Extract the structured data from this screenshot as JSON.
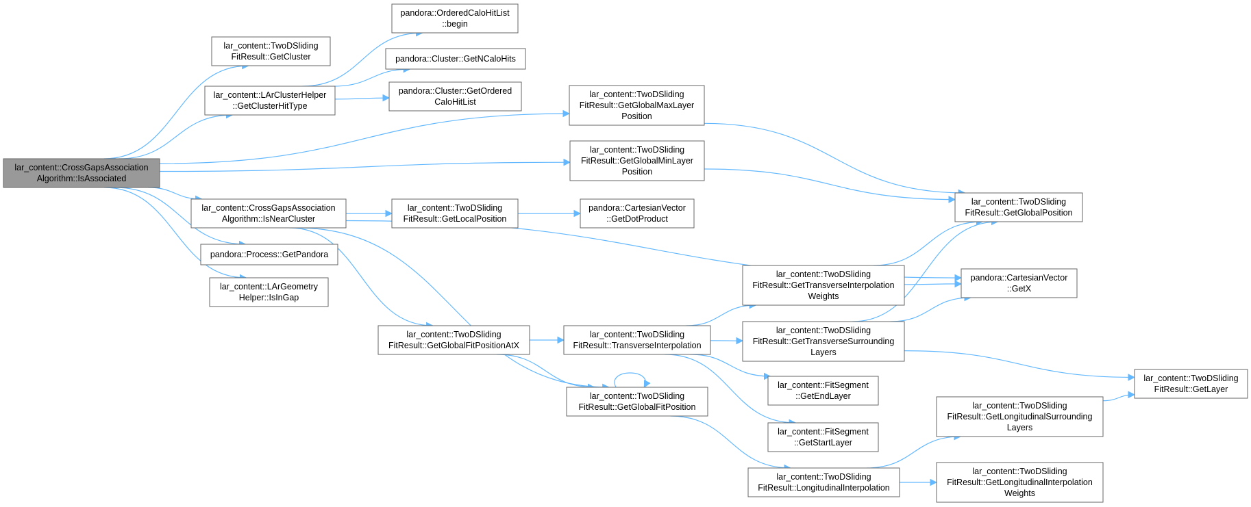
{
  "colors": {
    "edge": "#63b8ff",
    "node_border": "#666666",
    "root_fill": "#999999",
    "node_fill": "#ffffff"
  },
  "nodes": [
    {
      "id": "n0",
      "lines": [
        "lar_content::CrossGapsAssociation",
        "Algorithm::IsAssociated"
      ],
      "root": true
    },
    {
      "id": "n1",
      "lines": [
        "lar_content::TwoDSliding",
        "FitResult::GetCluster"
      ]
    },
    {
      "id": "n2",
      "lines": [
        "lar_content::LArClusterHelper",
        "::GetClusterHitType"
      ]
    },
    {
      "id": "n3",
      "lines": [
        "pandora::OrderedCaloHitList",
        "::begin"
      ]
    },
    {
      "id": "n4",
      "lines": [
        "pandora::Cluster::GetNCaloHits"
      ]
    },
    {
      "id": "n5",
      "lines": [
        "pandora::Cluster::GetOrdered",
        "CaloHitList"
      ]
    },
    {
      "id": "n6",
      "lines": [
        "lar_content::TwoDSliding",
        "FitResult::GetGlobalMaxLayer",
        "Position"
      ]
    },
    {
      "id": "n7",
      "lines": [
        "lar_content::TwoDSliding",
        "FitResult::GetGlobalMinLayer",
        "Position"
      ]
    },
    {
      "id": "n8",
      "lines": [
        "lar_content::CrossGapsAssociation",
        "Algorithm::IsNearCluster"
      ]
    },
    {
      "id": "n9",
      "lines": [
        "lar_content::TwoDSliding",
        "FitResult::GetLocalPosition"
      ]
    },
    {
      "id": "n10",
      "lines": [
        "pandora::CartesianVector",
        "::GetDotProduct"
      ]
    },
    {
      "id": "n11",
      "lines": [
        "lar_content::TwoDSliding",
        "FitResult::GetGlobalPosition"
      ]
    },
    {
      "id": "n12",
      "lines": [
        "pandora::Process::GetPandora"
      ]
    },
    {
      "id": "n13",
      "lines": [
        "lar_content::LArGeometry",
        "Helper::IsInGap"
      ]
    },
    {
      "id": "n14",
      "lines": [
        "lar_content::TwoDSliding",
        "FitResult::GetTransverseInterpolation",
        "Weights"
      ]
    },
    {
      "id": "n15",
      "lines": [
        "pandora::CartesianVector",
        "::GetX"
      ]
    },
    {
      "id": "n16",
      "lines": [
        "lar_content::TwoDSliding",
        "FitResult::GetGlobalFitPositionAtX"
      ]
    },
    {
      "id": "n17",
      "lines": [
        "lar_content::TwoDSliding",
        "FitResult::TransverseInterpolation"
      ]
    },
    {
      "id": "n18",
      "lines": [
        "lar_content::TwoDSliding",
        "FitResult::GetTransverseSurrounding",
        "Layers"
      ]
    },
    {
      "id": "n19",
      "lines": [
        "lar_content::TwoDSliding",
        "FitResult::GetLayer"
      ]
    },
    {
      "id": "n20",
      "lines": [
        "lar_content::FitSegment",
        "::GetEndLayer"
      ]
    },
    {
      "id": "n21",
      "lines": [
        "lar_content::TwoDSliding",
        "FitResult::GetGlobalFitPosition"
      ]
    },
    {
      "id": "n22",
      "lines": [
        "lar_content::FitSegment",
        "::GetStartLayer"
      ]
    },
    {
      "id": "n23",
      "lines": [
        "lar_content::TwoDSliding",
        "FitResult::GetLongitudinalSurrounding",
        "Layers"
      ]
    },
    {
      "id": "n24",
      "lines": [
        "lar_content::TwoDSliding",
        "FitResult::LongitudinalInterpolation"
      ]
    },
    {
      "id": "n25",
      "lines": [
        "lar_content::TwoDSliding",
        "FitResult::GetLongitudinalInterpolation",
        "Weights"
      ]
    }
  ],
  "edges": [
    [
      "n0",
      "n1"
    ],
    [
      "n0",
      "n2"
    ],
    [
      "n0",
      "n6"
    ],
    [
      "n0",
      "n7"
    ],
    [
      "n0",
      "n8"
    ],
    [
      "n0",
      "n12"
    ],
    [
      "n0",
      "n13"
    ],
    [
      "n2",
      "n3"
    ],
    [
      "n2",
      "n4"
    ],
    [
      "n2",
      "n5"
    ],
    [
      "n6",
      "n11"
    ],
    [
      "n7",
      "n11"
    ],
    [
      "n8",
      "n9"
    ],
    [
      "n8",
      "n15"
    ],
    [
      "n8",
      "n16"
    ],
    [
      "n8",
      "n21"
    ],
    [
      "n9",
      "n10"
    ],
    [
      "n14",
      "n11"
    ],
    [
      "n14",
      "n15"
    ],
    [
      "n16",
      "n17"
    ],
    [
      "n16",
      "n21"
    ],
    [
      "n17",
      "n14"
    ],
    [
      "n17",
      "n18"
    ],
    [
      "n17",
      "n20"
    ],
    [
      "n17",
      "n22"
    ],
    [
      "n18",
      "n11"
    ],
    [
      "n18",
      "n15"
    ],
    [
      "n18",
      "n19"
    ],
    [
      "n21",
      "n21"
    ],
    [
      "n21",
      "n24"
    ],
    [
      "n23",
      "n19"
    ],
    [
      "n24",
      "n23"
    ],
    [
      "n24",
      "n25"
    ]
  ]
}
